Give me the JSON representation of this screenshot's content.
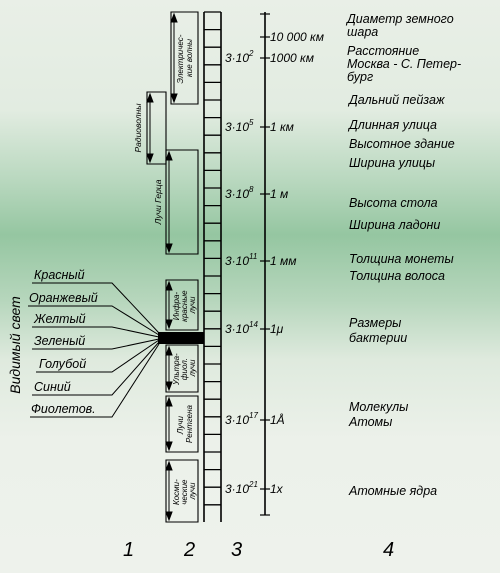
{
  "visible_light": {
    "title": "Видимый свет",
    "colors": [
      "Красный",
      "Оранжевый",
      "Желтый",
      "Зеленый",
      "Голубой",
      "Синий",
      "Фиолетов."
    ]
  },
  "bands": [
    {
      "lines": [
        "Электричес-",
        "кие волны"
      ]
    },
    {
      "lines": [
        "Радиоволны"
      ]
    },
    {
      "lines": [
        "Лучи Герца"
      ]
    },
    {
      "lines": [
        "Инфра-",
        "красные",
        "лучи"
      ]
    },
    {
      "lines": [
        "Ультра-",
        "фиол.",
        "лучи"
      ]
    },
    {
      "lines": [
        "Лучи",
        "Рентгена"
      ]
    },
    {
      "lines": [
        "Косми-",
        "ческие",
        "лучи"
      ]
    }
  ],
  "frequency_labels": [
    {
      "base": "3·10",
      "exp": "2"
    },
    {
      "base": "3·10",
      "exp": "5"
    },
    {
      "base": "3·10",
      "exp": "8"
    },
    {
      "base": "3·10",
      "exp": "11"
    },
    {
      "base": "3·10",
      "exp": "14"
    },
    {
      "base": "3·10",
      "exp": "17"
    },
    {
      "base": "3·10",
      "exp": "21"
    }
  ],
  "length_marks": [
    "10 000 км",
    "1000 км",
    "1 км",
    "1 м",
    "1 мм",
    "1μ",
    "1Å",
    "1х"
  ],
  "objects": [
    [
      "Диаметр земного",
      "шара"
    ],
    [
      "Расстояние",
      "Москва - С. Петер-",
      "бург"
    ],
    [
      "Дальний пейзаж"
    ],
    [
      "Длинная улица"
    ],
    [
      "Высотное здание"
    ],
    [
      "Ширина улицы"
    ],
    [
      "Высота стола"
    ],
    [
      "Ширина ладони"
    ],
    [
      "Толщина монеты"
    ],
    [
      "Толщина волоса"
    ],
    [
      "Размеры",
      "бактерии"
    ],
    [
      "Молекулы"
    ],
    [
      "Атомы"
    ],
    [
      "Атомные ядра"
    ]
  ],
  "column_numbers": [
    "1",
    "2",
    "3",
    "4"
  ]
}
